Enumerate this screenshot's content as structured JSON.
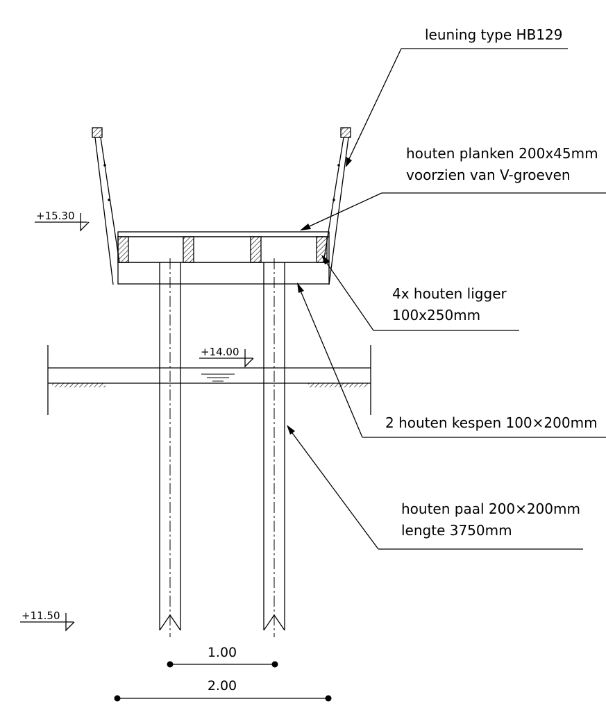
{
  "labels": {
    "railing": "leuning type HB129",
    "planks_1": "houten planken 200x45mm",
    "planks_2": "voorzien van V-groeven",
    "girders_1": "4x houten ligger",
    "girders_2": "100x250mm",
    "braces": "2 houten kespen 100×200mm",
    "pile_1": "houten paal 200×200mm",
    "pile_2": "lengte 3750mm"
  },
  "levels": {
    "deck": "+15.30",
    "water": "+14.00",
    "pile_tip": "+11.50"
  },
  "dimensions": {
    "pile_spacing": "1.00",
    "deck_width": "2.00"
  }
}
